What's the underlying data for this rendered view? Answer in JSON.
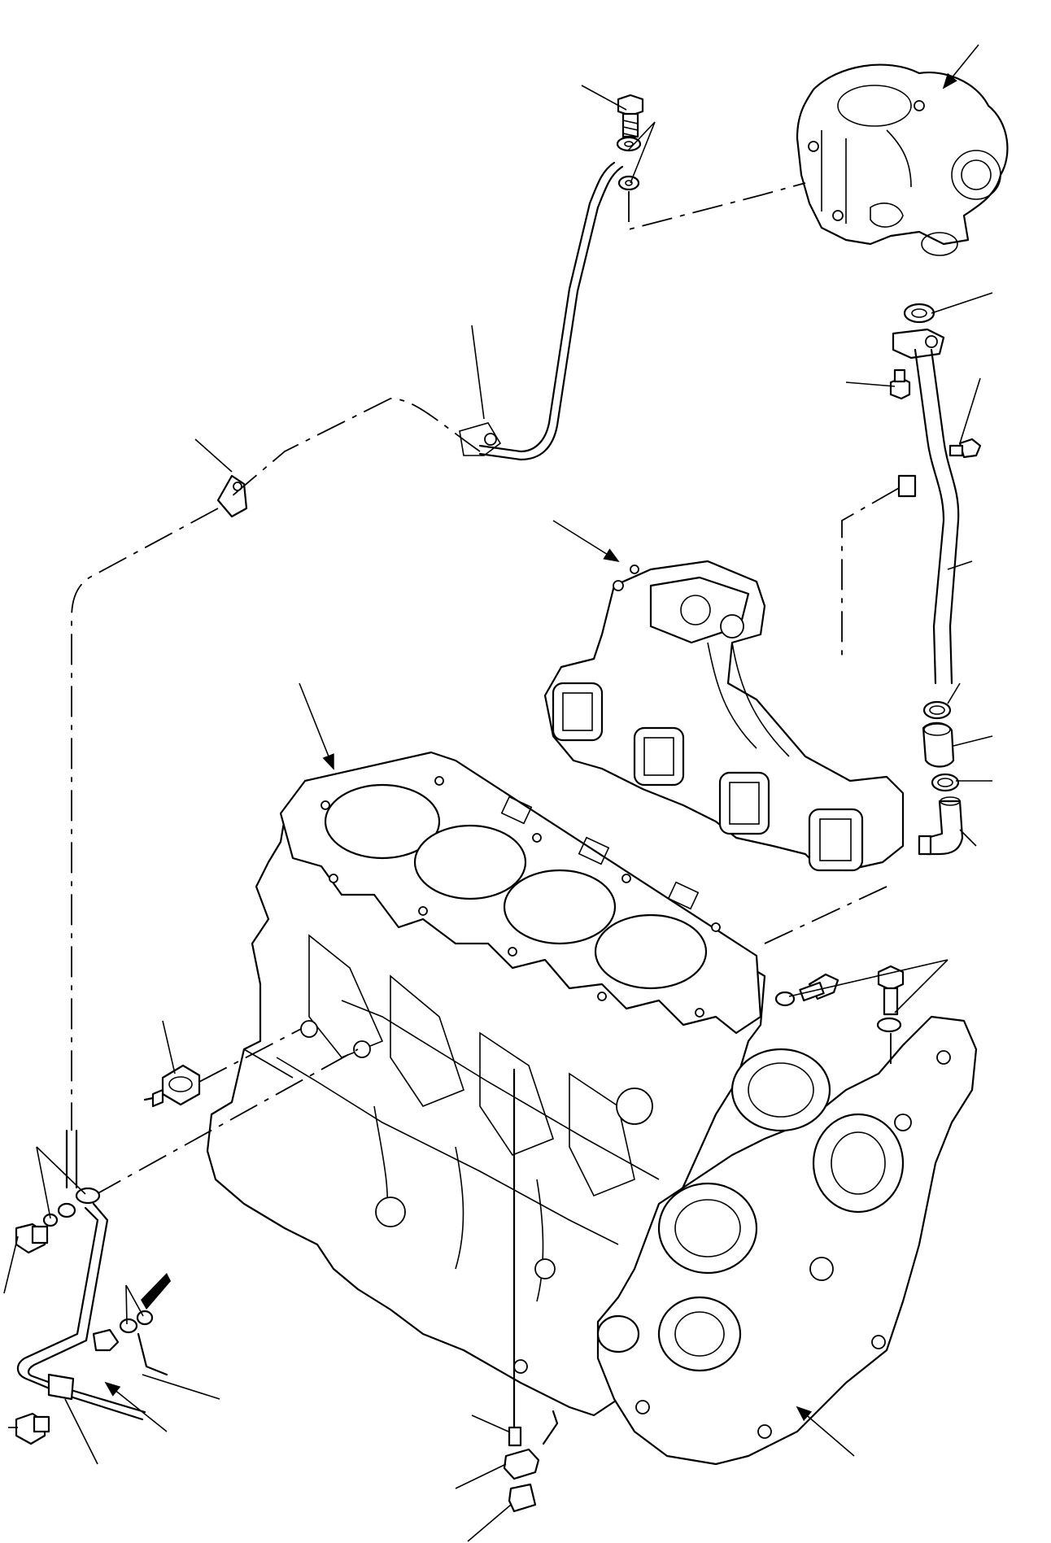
{
  "drawing": {
    "corner_code": "",
    "colors": {
      "line": "#000000",
      "background": "#ffffff"
    },
    "parts": [
      "turbocharger",
      "exhaust-manifold",
      "cylinder-head-gasket",
      "cylinder-block",
      "front-gear-case",
      "turbo-oil-feed-pipe",
      "turbo-oil-return-pipe",
      "oil-pressure-switch",
      "oil-pipe-lower",
      "drain-cock",
      "union-bolt",
      "pipe-clamp",
      "washer",
      "gasket",
      "hose",
      "hose-clamp",
      "elbow"
    ]
  }
}
